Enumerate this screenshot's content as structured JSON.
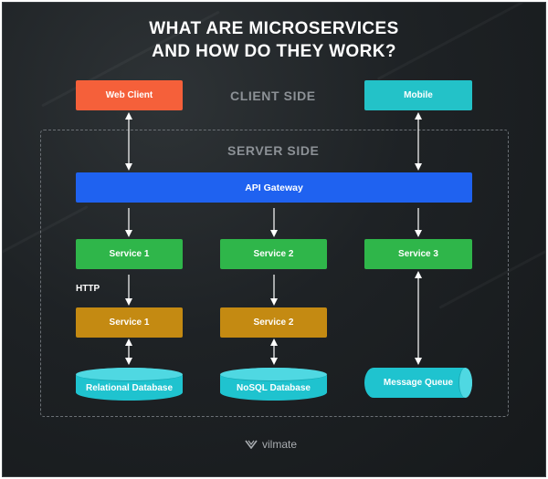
{
  "title": {
    "line1": "WHAT ARE MICROSERVICES",
    "line2": "AND HOW DO THEY WORK?"
  },
  "client_side_label": "CLIENT SIDE",
  "server_side_label": "SERVER SIDE",
  "clients": {
    "web_client": "Web Client",
    "mobile": "Mobile"
  },
  "api_gateway": "API Gateway",
  "services": {
    "service1": "Service 1",
    "service2": "Service 2",
    "service3": "Service 3",
    "service1_lower": "Service 1",
    "service2_lower": "Service 2"
  },
  "http_label": "HTTP",
  "stores": {
    "relational": "Relational Database",
    "nosql": "NoSQL Database",
    "queue": "Message Queue"
  },
  "brand": "vilmate",
  "colors": {
    "web_client": "#f5603a",
    "mobile": "#23c2c8",
    "api_gateway": "#1f62f0",
    "service_green": "#2fb64a",
    "service_gold": "#c48a12",
    "database": "#1fc3cf"
  }
}
